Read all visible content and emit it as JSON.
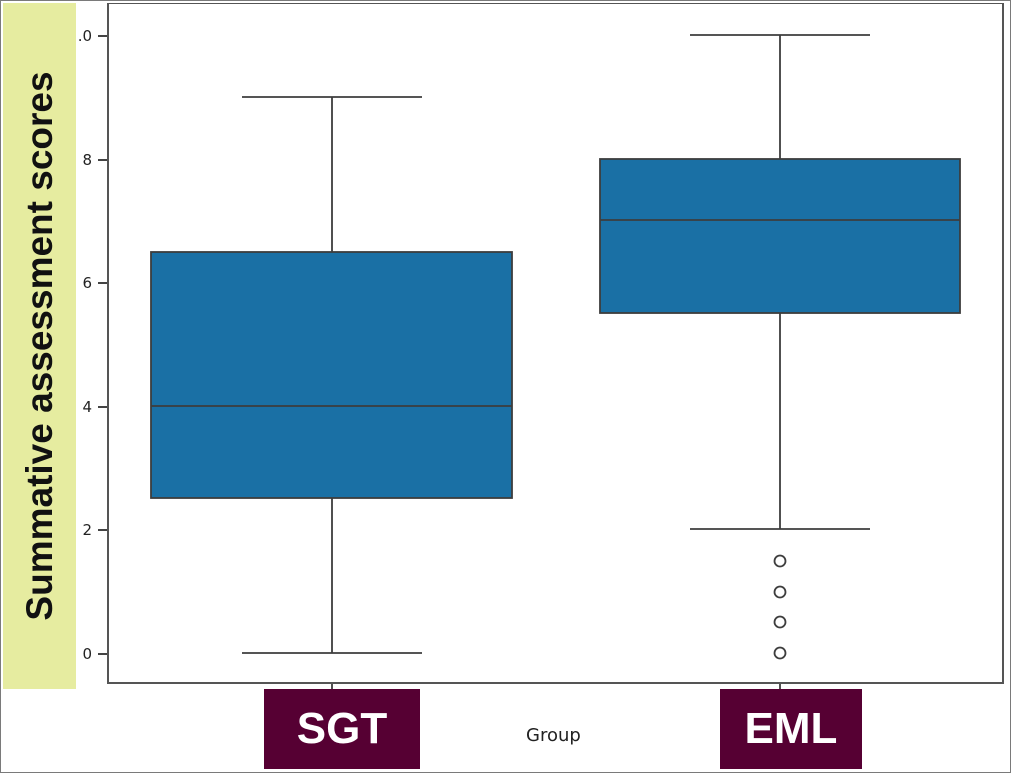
{
  "chart_data": {
    "type": "box",
    "title": "",
    "xlabel": "Group",
    "ylabel": "Summative assessment scores",
    "ylim": [
      -0.5,
      10.5
    ],
    "yticks": [
      "0",
      "2",
      "4",
      "6",
      "8",
      ".0"
    ],
    "categories": [
      "SGT",
      "EML"
    ],
    "box_color": "#1a70a5",
    "series": [
      {
        "name": "SGT",
        "whisker_low": 0,
        "q1": 2.5,
        "median": 4,
        "q3": 6.5,
        "whisker_high": 9,
        "outliers": []
      },
      {
        "name": "EML",
        "whisker_low": 2,
        "q1": 5.5,
        "median": 7,
        "q3": 8,
        "whisker_high": 10,
        "outliers": [
          0,
          0.5,
          1,
          1.5
        ]
      }
    ],
    "grid": false,
    "legend": null
  },
  "labels": {
    "ylabel": "Summative assessment scores",
    "xlabel": "Group",
    "group_sgt": "SGT",
    "group_eml": "EML",
    "tick_0": "0",
    "tick_2": "2",
    "tick_4": "4",
    "tick_6": "6",
    "tick_8": "8",
    "tick_10": ".0"
  }
}
